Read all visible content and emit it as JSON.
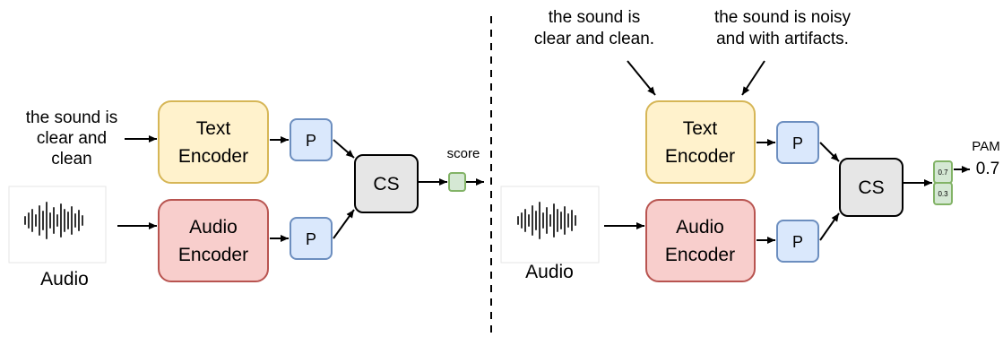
{
  "left_panel": {
    "prompt_lines": [
      "the sound is",
      "clear and",
      "clean"
    ],
    "text_encoder_lines": [
      "Text",
      "Encoder"
    ],
    "audio_encoder_lines": [
      "Audio",
      "Encoder"
    ],
    "projection_label": "P",
    "similarity_label": "CS",
    "output_label": "score",
    "audio_label": "Audio"
  },
  "right_panel": {
    "prompt_positive_lines": [
      "the sound is",
      "clear and clean."
    ],
    "prompt_negative_lines": [
      "the sound is noisy",
      "and with artifacts."
    ],
    "text_encoder_lines": [
      "Text",
      "Encoder"
    ],
    "audio_encoder_lines": [
      "Audio",
      "Encoder"
    ],
    "projection_label": "P",
    "similarity_label": "CS",
    "softmax_values": [
      "0.7",
      "0.3"
    ],
    "output_label": "PAM",
    "output_value": "0.7",
    "audio_label": "Audio"
  },
  "colors": {
    "text_encoder_fill": "#fff2cc",
    "text_encoder_stroke": "#d6b656",
    "audio_encoder_fill": "#f8cecc",
    "audio_encoder_stroke": "#b85450",
    "projection_fill": "#dae8fc",
    "projection_stroke": "#6c8ebf",
    "cs_fill": "#e6e6e6",
    "cs_stroke": "#000000",
    "score_fill": "#d5e8d4",
    "score_stroke": "#82b366"
  },
  "icons": {
    "audio": "waveform-icon"
  }
}
